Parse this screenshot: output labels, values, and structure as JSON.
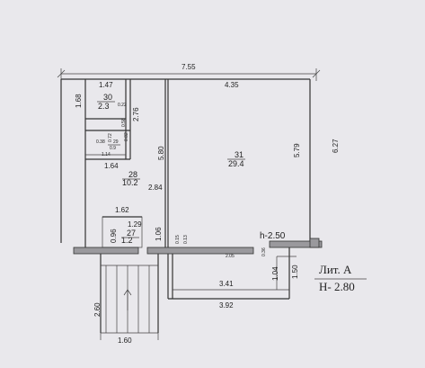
{
  "overall": {
    "width_top": "7.55",
    "width_right": "4.35",
    "left_upper": "1.47",
    "height_right_outer": "6.27",
    "height_right_inner": "5.79",
    "height_mid": "5.80"
  },
  "rooms": [
    {
      "num": "30",
      "area": "2.3"
    },
    {
      "num": "29",
      "area": "0.9"
    },
    {
      "num": "28",
      "area": "10.2"
    },
    {
      "num": "31",
      "area": "29.4"
    },
    {
      "num": "27",
      "area": "1.2"
    }
  ],
  "dims": {
    "d168": "1.68",
    "d276": "2.76",
    "d022": "0.22",
    "d058": "0.58",
    "d038": "0.38",
    "d072": "0.72",
    "d082": "0.82",
    "d114": "1.14",
    "d164": "1.64",
    "d284": "2.84",
    "d162": "1.62",
    "d129": "1.29",
    "d096": "0.96",
    "d106": "1.06",
    "d015": "0.15",
    "d013": "0.13",
    "d205": "2.05",
    "d036": "0.36",
    "d104": "1.04",
    "d150": "1.50",
    "d341": "3.41",
    "d392": "3.92",
    "d260": "2.60",
    "d160": "1.60"
  },
  "labels": {
    "ceiling_height_room": "h-2.50",
    "lit": "Лит. А",
    "height": "Н- 2.80"
  }
}
